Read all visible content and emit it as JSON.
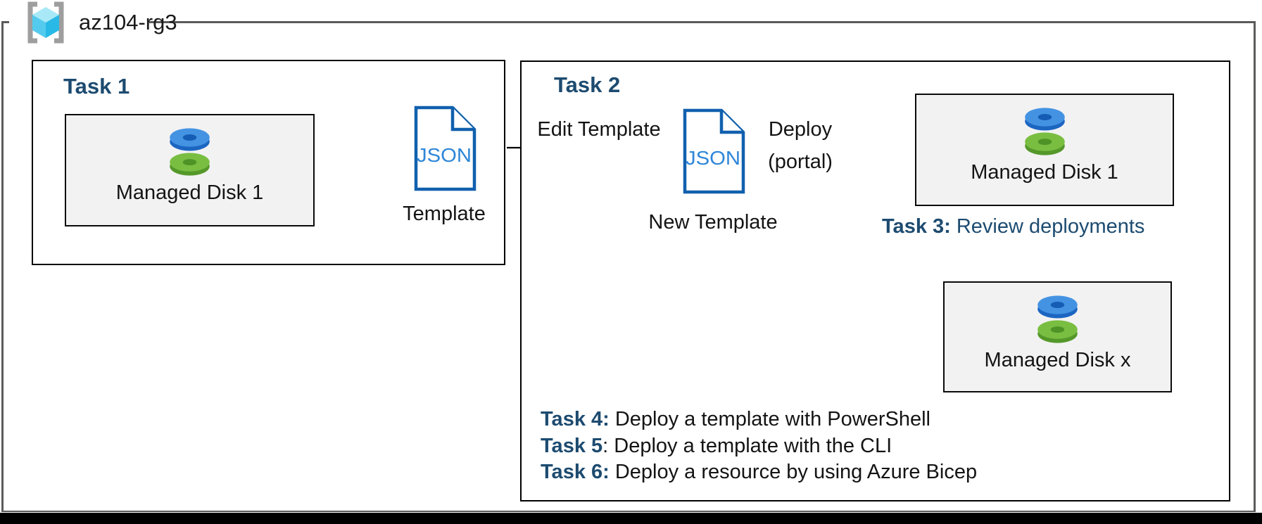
{
  "resource_group": {
    "name": "az104-rg3",
    "icon": "resource-group-icon"
  },
  "colors": {
    "task_label_blue": "#1D4B70",
    "json_doc_border": "#1160AE",
    "json_doc_text": "#2E86D8",
    "disk_blue": "#4493E3",
    "disk_green": "#79BE41",
    "disk_box_fill": "#F2F2F2",
    "outer_border_gray": "#5A5A5A",
    "cube_cyan": "#29B9E7"
  },
  "task1": {
    "title": "Task 1",
    "disk_box": {
      "label": "Managed Disk 1",
      "icon": "managed-disk-icon"
    },
    "template": {
      "doc_text": "JSON",
      "label": "Template",
      "icon": "json-document-icon"
    }
  },
  "task2": {
    "title": "Task 2",
    "edit_arrow_label": "Edit Template",
    "new_template": {
      "doc_text": "JSON",
      "label": "New Template",
      "icon": "json-document-icon"
    },
    "deploy_label_line1": "Deploy",
    "deploy_label_line2": "(portal)",
    "managed_disk_1_box": {
      "label": "Managed Disk 1",
      "icon": "managed-disk-icon"
    },
    "managed_disk_x_box": {
      "label": "Managed Disk x",
      "icon": "managed-disk-icon"
    },
    "task3": {
      "bold": "Task 3:",
      "rest": " Review deployments"
    },
    "tasks": [
      {
        "bold": "Task 4:",
        "rest": " Deploy a template with PowerShell"
      },
      {
        "bold": "Task 5",
        "rest": ": Deploy a template with the CLI"
      },
      {
        "bold": "Task 6:",
        "rest": " Deploy a resource by using Azure Bicep"
      }
    ]
  }
}
